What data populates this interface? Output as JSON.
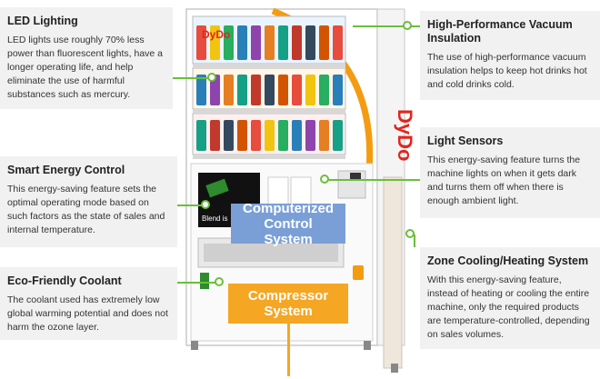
{
  "panels": {
    "led": {
      "title": "LED Lighting",
      "text": "LED lights use roughly 70% less power than fluorescent lights, have a longer operating life, and help eliminate the use of harmful substances such as mercury."
    },
    "smart": {
      "title": "Smart Energy Control",
      "text": "This energy-saving feature sets the optimal operating mode based on such factors as the state of sales and internal temperature."
    },
    "coolant": {
      "title": "Eco-Friendly Coolant",
      "text": "The coolant used has extremely low global warming potential and does not harm the ozone layer."
    },
    "vacuum": {
      "title": "High-Performance Vacuum Insulation",
      "text": "The use of high-performance vacuum insulation helps to keep hot drinks hot and cold drinks cold."
    },
    "light": {
      "title": "Light Sensors",
      "text": "This energy-saving feature turns the machine lights on when it gets dark and turns them off when there is enough ambient light."
    },
    "zone": {
      "title": "Zone Cooling/Heating System",
      "text": "With this energy-saving feature, instead of heating or cooling the entire machine, only the required products are temperature-controlled, depending on sales volumes."
    }
  },
  "overlays": {
    "control": "Computerized Control System",
    "compressor": "Compressor System"
  },
  "machine": {
    "brand_top": "DyDo",
    "brand_side": "DyDo",
    "screen_text": "Blend is"
  },
  "colors": {
    "accent_green": "#6abf3b",
    "control_blue": "#7a9fd6",
    "compressor_orange": "#f5a623",
    "brand_red": "#e1261c",
    "panel_bg": "#f1f1f1"
  }
}
